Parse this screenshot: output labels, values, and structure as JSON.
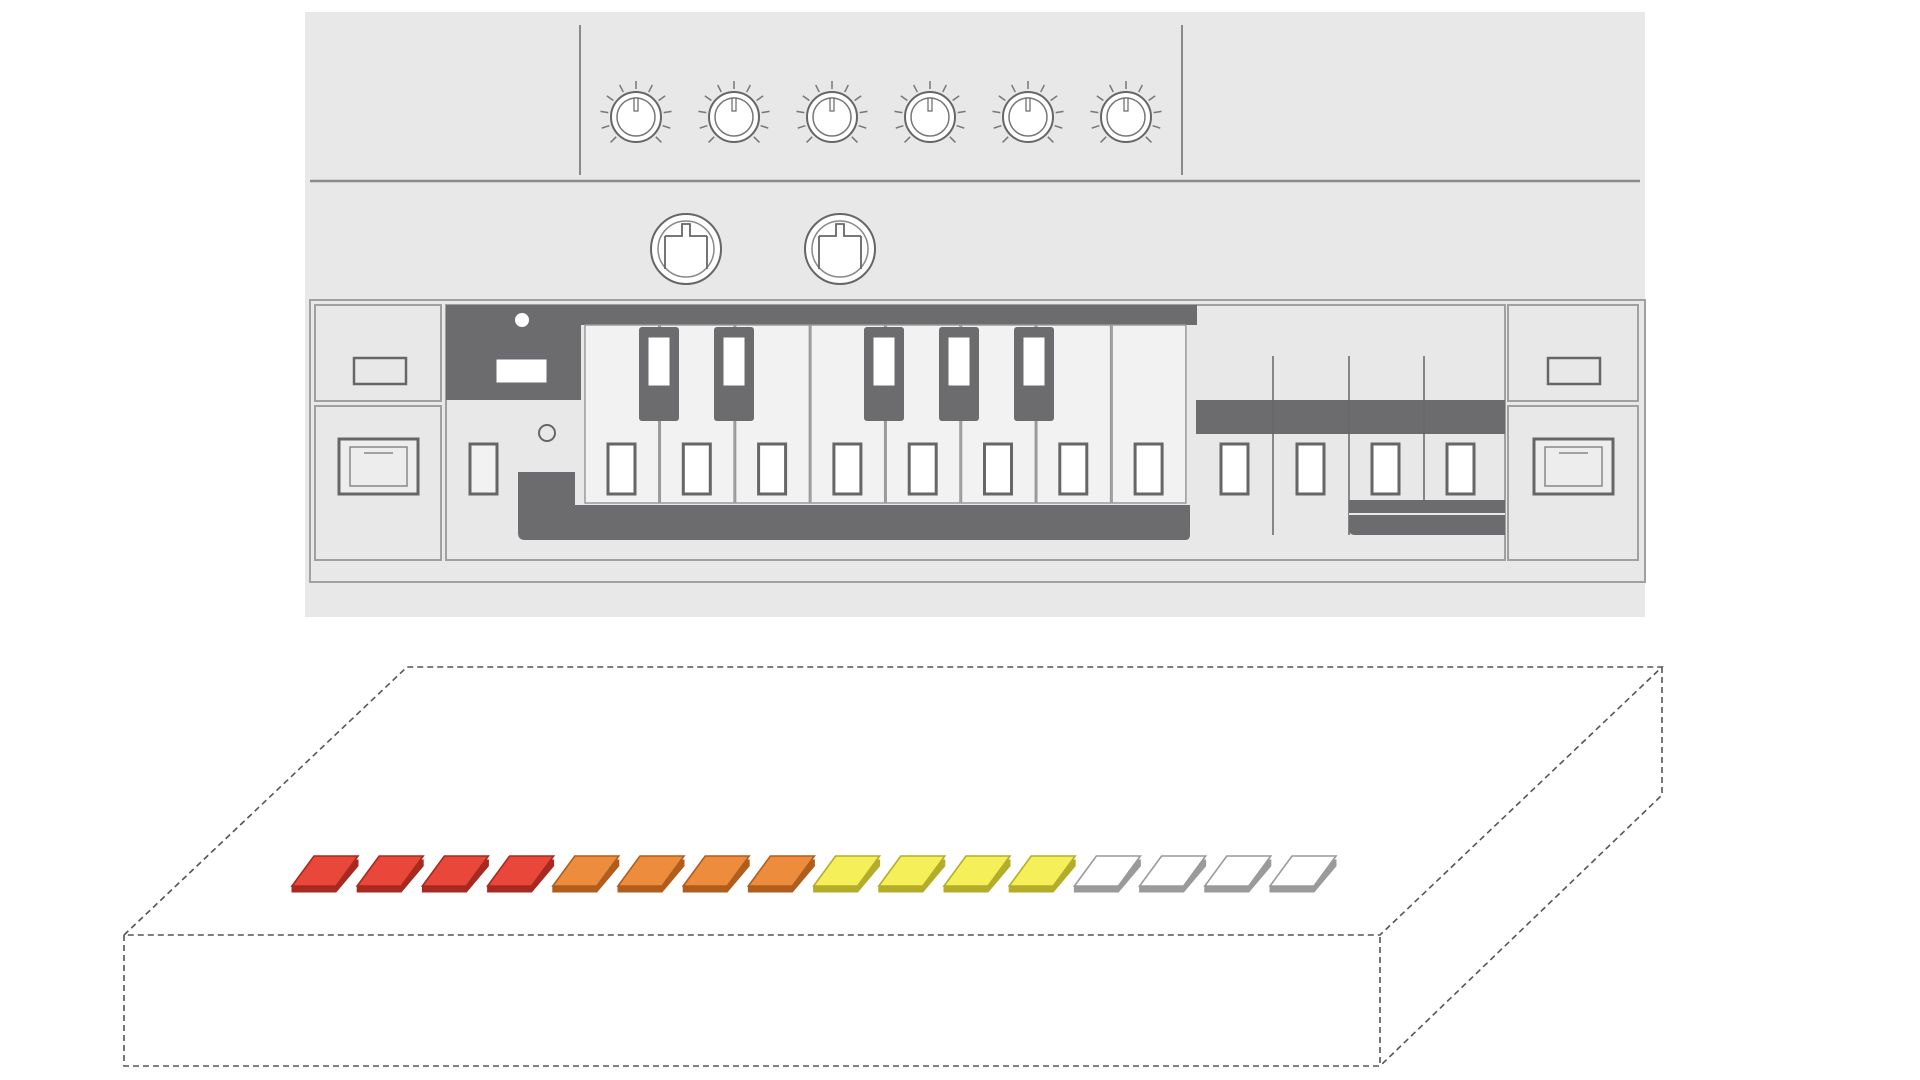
{
  "colors": {
    "panel_bg": "#e8e8e8",
    "line": "#8a8a8a",
    "dark": "#6c6c6e",
    "key_fill": "#f2f2f2",
    "knob_fill": "#ffffff",
    "red": "#e8473a",
    "red_edge": "#a8291f",
    "orange": "#ec8c3c",
    "orange_edge": "#b15d1c",
    "yellow": "#f5f05a",
    "yellow_edge": "#b3ad2a",
    "white": "#ffffff",
    "white_edge": "#9a9a9a",
    "box_line": "#555555"
  },
  "panel": {
    "knob_count": 6,
    "big_knob_count": 2,
    "white_key_count": 8,
    "black_key_count": 5,
    "extra_button_count": 4
  },
  "step_buttons": {
    "colors": [
      "red",
      "red",
      "red",
      "red",
      "orange",
      "orange",
      "orange",
      "orange",
      "yellow",
      "yellow",
      "yellow",
      "yellow",
      "white",
      "white",
      "white",
      "white"
    ]
  },
  "icons": {
    "knob": "rotary-knob-icon",
    "big_knob": "large-knob-icon",
    "step_button": "step-button-icon"
  }
}
